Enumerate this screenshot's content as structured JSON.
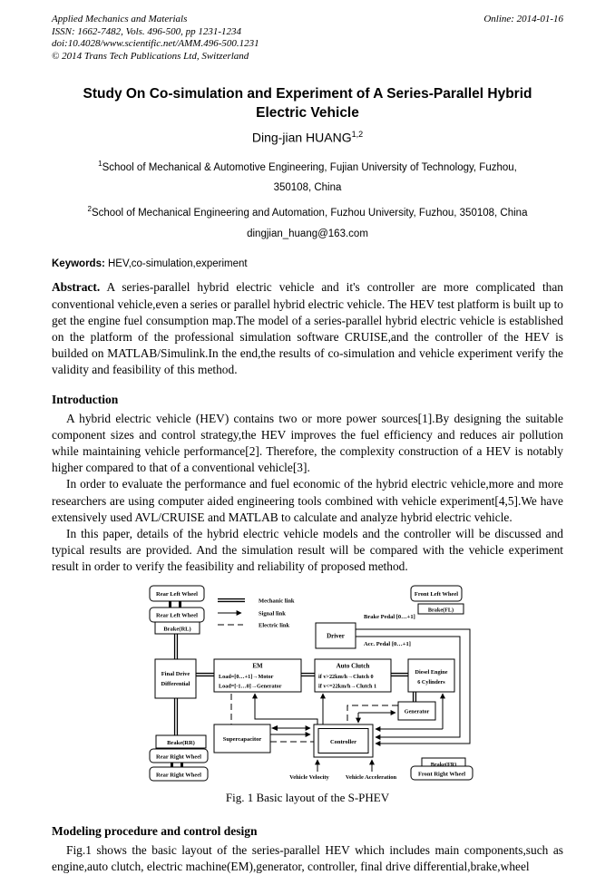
{
  "header": {
    "journal": "Applied Mechanics and Materials",
    "issn_line": "ISSN: 1662-7482, Vols. 496-500, pp 1231-1234",
    "doi_line": "doi:10.4028/www.scientific.net/AMM.496-500.1231",
    "copyright_line": "© 2014 Trans Tech Publications Ltd, Switzerland",
    "online_date": "Online: 2014-01-16"
  },
  "title": {
    "line1": "Study On Co-simulation and Experiment of A Series-Parallel Hybrid",
    "line2": "Electric Vehicle"
  },
  "author": {
    "name": "Ding-jian HUANG",
    "sup": "1,2"
  },
  "affiliation_lines": [
    {
      "sup": "1",
      "text": "School of Mechanical & Automotive Engineering, Fujian University of Technology, Fuzhou,"
    },
    {
      "sup": "",
      "text": "350108, China"
    },
    {
      "sup": "2",
      "text": "School of Mechanical Engineering and Automation, Fuzhou University, Fuzhou, 350108, China"
    },
    {
      "sup": "",
      "text": "dingjian_huang@163.com"
    }
  ],
  "keywords": {
    "label": "Keywords:",
    "text": "HEV,co-simulation,experiment"
  },
  "abstract": {
    "label": "Abstract.",
    "text": "A series-parallel hybrid electric vehicle and it's controller are more complicated than conventional vehicle,even a series or parallel hybrid electric vehicle. The HEV test platform is built up to get the engine fuel consumption map.The model of a series-parallel hybrid electric vehicle is established on the platform of the professional simulation software  CRUISE,and the controller of the HEV is builded on MATLAB/Simulink.In the end,the results of co-simulation and vehicle experiment verify the validity and feasibility of this method."
  },
  "sections": {
    "introduction": {
      "heading": "Introduction",
      "paragraphs": [
        "A hybrid electric vehicle (HEV) contains two or more power sources[1].By designing the suitable component sizes and control strategy,the HEV improves the fuel efficiency  and reduces air pollution while maintaining vehicle performance[2]. Therefore, the complexity construction of a HEV is notably higher compared to that of a conventional vehicle[3].",
        "In order to evaluate the performance and fuel economic of the hybrid electric vehicle,more and more researchers are using computer aided engineering tools combined with vehicle experiment[4,5].We have extensively used AVL/CRUISE and MATLAB to calculate and analyze hybrid electric vehicle.",
        "In this paper, details of the hybrid electric vehicle models and the controller will be discussed and typical results are provided. And the simulation result will be compared with the vehicle experiment result in order to verify the feasibility and reliability of proposed method."
      ]
    },
    "modeling": {
      "heading": "Modeling procedure and control design",
      "paragraphs": [
        "Fig.1 shows the basic layout of the series-parallel HEV which includes main components,such as engine,auto clutch, electric machine(EM),generator, controller, final drive differential,brake,wheel"
      ]
    }
  },
  "figure": {
    "caption": "Fig. 1 Basic layout of the S-PHEV",
    "legend": {
      "mechanic": "Mechanic link",
      "signal": "Signal link",
      "electric": "Electric link"
    },
    "boxes": {
      "rear_left_wheel_1": "Rear Left Wheel",
      "rear_left_wheel_2": "Rear Left Wheel",
      "brake_rl": "Brake(RL)",
      "final_drive_1": "Final Drive",
      "final_drive_2": "Differential",
      "em_title": "EM",
      "em_line1": "Load=[0…+1]→Motor",
      "em_line2": "Load=[-1…0]→Generator",
      "auto_clutch_title": "Auto Clutch",
      "auto_clutch_line1": "if v>22km/h→Clutch 0",
      "auto_clutch_line2": "if v<=22km/h→Clutch 1",
      "diesel_line1": "Diesel Engine",
      "diesel_line2": "6 Cylinders",
      "driver": "Driver",
      "generator": "Generator",
      "supercapacitor": "Supercapacitor",
      "controller": "Controller",
      "brake_rr": "Brake(RR)",
      "rear_right_wheel_1": "Rear Right Wheel",
      "rear_right_wheel_2": "Rear Right Wheel",
      "front_left_wheel": "Front Left Wheel",
      "brake_fl": "Brake(FL)",
      "brake_fr": "Brake(FR)",
      "front_right_wheel": "Front Right Wheel"
    },
    "labels": {
      "brake_pedal": "Brake Pedal [0…+1]",
      "acc_pedal": "Acc. Pedal [0…+1]",
      "vehicle_velocity": "Vehicle Velocity",
      "vehicle_acceleration": "Vehicle Acceleration"
    }
  }
}
